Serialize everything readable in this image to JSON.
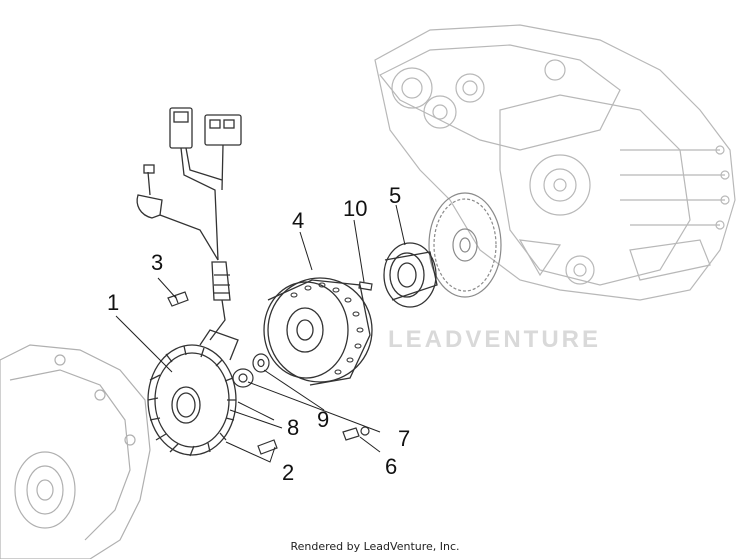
{
  "diagram": {
    "callouts": [
      {
        "id": "1",
        "label": "1"
      },
      {
        "id": "2",
        "label": "2"
      },
      {
        "id": "3",
        "label": "3"
      },
      {
        "id": "4",
        "label": "4"
      },
      {
        "id": "5",
        "label": "5"
      },
      {
        "id": "6",
        "label": "6"
      },
      {
        "id": "7",
        "label": "7"
      },
      {
        "id": "8",
        "label": "8"
      },
      {
        "id": "9",
        "label": "9"
      },
      {
        "id": "10",
        "label": "10"
      }
    ],
    "watermark": "LEADVENTURE",
    "footer_credit": "Rendered by LeadVenture, Inc."
  },
  "colors": {
    "line": "#555555",
    "faded_line": "#b8b8b8",
    "watermark": "#d9d9d9"
  }
}
